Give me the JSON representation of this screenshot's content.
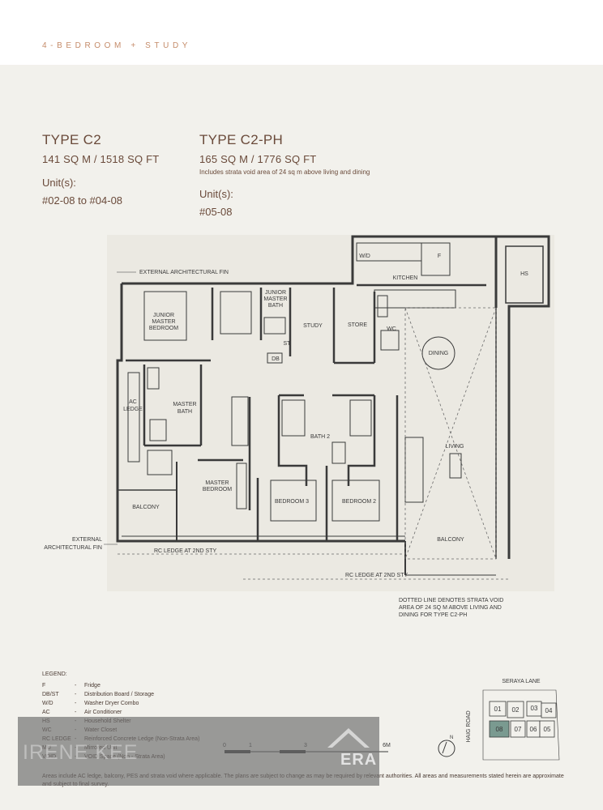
{
  "header": {
    "eyebrow": "4-BEDROOM + STUDY"
  },
  "types": [
    {
      "title": "TYPE C2",
      "area": "141 SQ M / 1518 SQ FT",
      "note": "",
      "units_label": "Unit(s):",
      "units": "#02-08 to #04-08"
    },
    {
      "title": "TYPE C2-PH",
      "area": "165 SQ M / 1776 SQ FT",
      "note": "Includes strata void area of 24 sq m above living and dining",
      "units_label": "Unit(s):",
      "units": "#05-08"
    }
  ],
  "plan": {
    "rooms": {
      "junior_master_bedroom": [
        "JUNIOR",
        "MASTER",
        "BEDROOM"
      ],
      "junior_master_bath": [
        "JUNIOR",
        "MASTER",
        "BATH"
      ],
      "study": "STUDY",
      "store": "STORE",
      "kitchen": "KITCHEN",
      "wc": "WC",
      "dining": "DINING",
      "hs": "HS",
      "wd": "W/D",
      "f": "F",
      "db": "DB",
      "st": "ST",
      "ac_ledge": [
        "AC",
        "LEDGE"
      ],
      "master_bath": [
        "MASTER",
        "BATH"
      ],
      "bath2": "BATH 2",
      "living": "LIVING",
      "master_bedroom": [
        "MASTER",
        "BEDROOM"
      ],
      "bedroom3": "BEDROOM 3",
      "bedroom2": "BEDROOM 2",
      "balcony_left": "BALCONY",
      "balcony_right": "BALCONY"
    },
    "annotations": {
      "ext_fin_top": "EXTERNAL ARCHITECTURAL FIN",
      "ext_fin_left": [
        "EXTERNAL",
        "ARCHITECTURAL FIN"
      ],
      "rc_ledge_1": "RC LEDGE AT 2ND STY",
      "rc_ledge_2": "RC LEDGE AT 2ND STY",
      "dotted_note": [
        "DOTTED LINE DENOTES STRATA VOID",
        "AREA OF 24 SQ M ABOVE LIVING AND",
        "DINING FOR TYPE C2-PH"
      ]
    }
  },
  "legend": {
    "title": "LEGEND:",
    "items": [
      {
        "abbr": "F",
        "desc": "Fridge"
      },
      {
        "abbr": "DB/ST",
        "desc": "Distribution Board / Storage"
      },
      {
        "abbr": "W/D",
        "desc": "Washer Dryer Combo"
      },
      {
        "abbr": "AC",
        "desc": "Air Conditioner"
      },
      {
        "abbr": "HS",
        "desc": "Household Shelter"
      },
      {
        "abbr": "WC",
        "desc": "Water Closet"
      },
      {
        "abbr": "RC LEDGE",
        "desc": "Reinforced Concrete Ledge (Non-Strata Area)"
      },
      {
        "abbr": "MU",
        "desc": "Mirrored Unit"
      },
      {
        "abbr": "VOID",
        "desc": "VOID Space (Non - Strata Area)"
      }
    ]
  },
  "scale": {
    "labels": [
      "0",
      "1",
      "3",
      "6M"
    ]
  },
  "compass": {
    "label": "N"
  },
  "key_plan": {
    "street_top": "SERAYA LANE",
    "street_left": "HAIG ROAD",
    "units": [
      "01",
      "02",
      "03",
      "04",
      "08",
      "07",
      "06",
      "05"
    ],
    "highlight": "08",
    "highlight_color": "#7a9a90"
  },
  "disclaimer": "Areas include AC ledge, balcony, PES and strata void where applicable. The plans are subject to change as may be required by relevant authorities. All areas and measurements stated herein are approximate and subject to final survey.",
  "watermark": {
    "name": "IRENE KEE",
    "brand": "ERA"
  }
}
